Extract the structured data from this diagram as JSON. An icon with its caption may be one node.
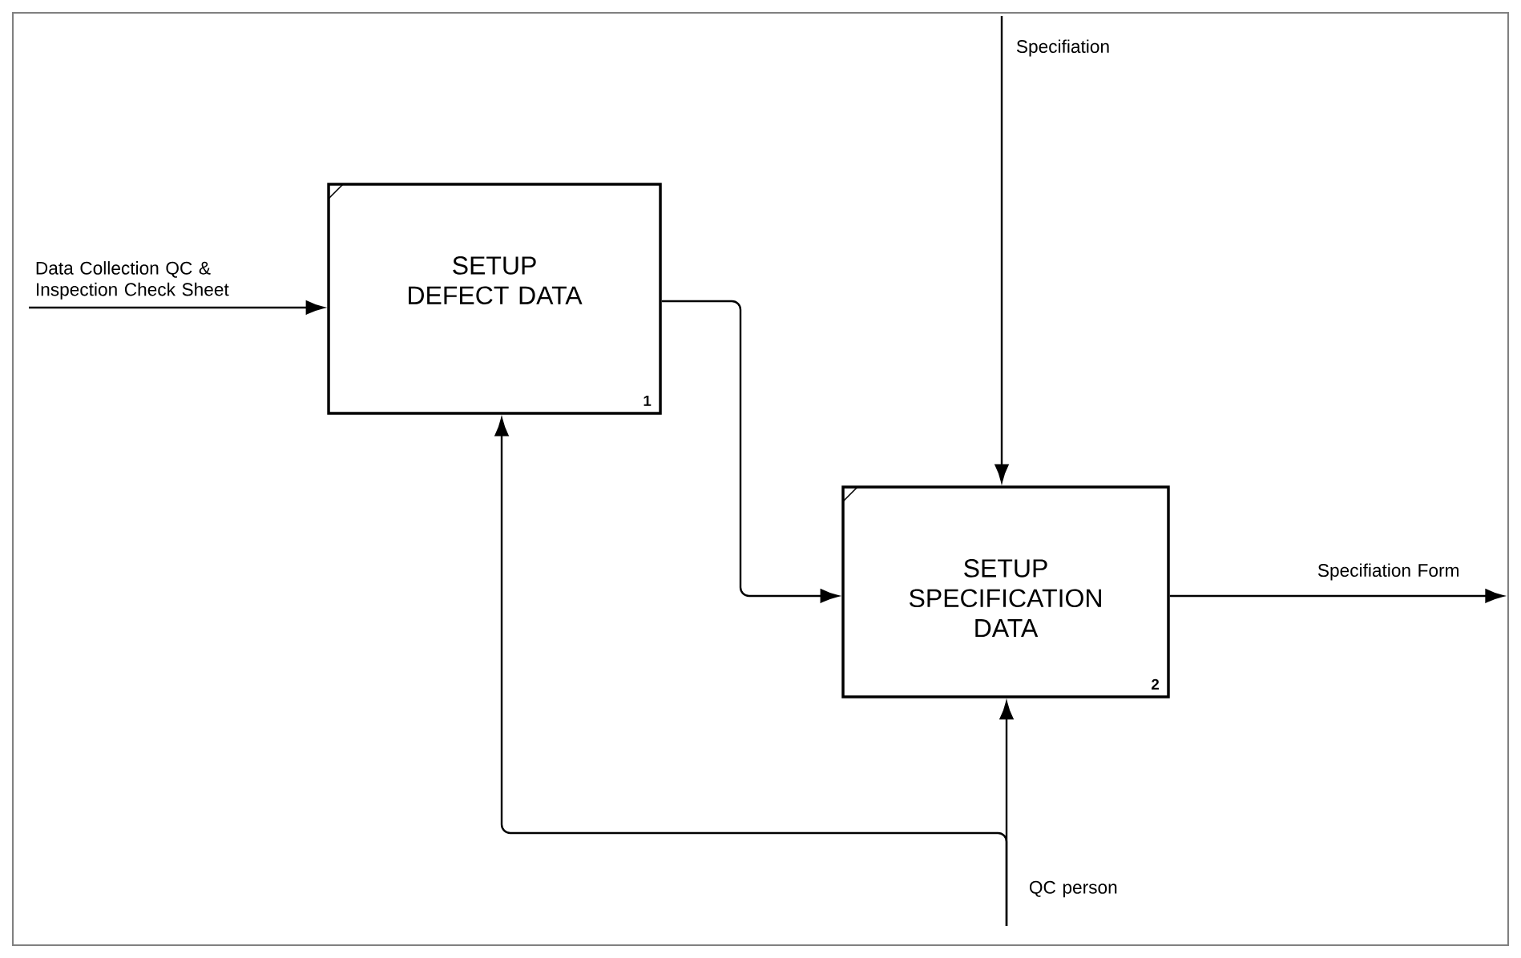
{
  "diagram": {
    "nodes": [
      {
        "text": [
          "SETUP DEFECT DATA",
          "1"
        ]
      },
      {
        "text": [
          "SETUP SPECIFICATION DATA",
          "2"
        ]
      }
    ],
    "edges": [
      {
        "from": null,
        "to": 0,
        "arrow": "to",
        "label": "Data Collection QC & Inspection Check Sheet"
      },
      {
        "from": 0,
        "to": 1,
        "arrow": "to"
      },
      {
        "from": null,
        "to": 1,
        "arrow": "to",
        "label": "Specifiation"
      },
      {
        "from": 1,
        "to": null,
        "arrow": "to",
        "label": "Specifiation Form"
      },
      {
        "from": null,
        "to": 1,
        "arrow": "to",
        "label": "QC person"
      },
      {
        "from": null,
        "to": 0,
        "arrow": "to"
      }
    ]
  }
}
